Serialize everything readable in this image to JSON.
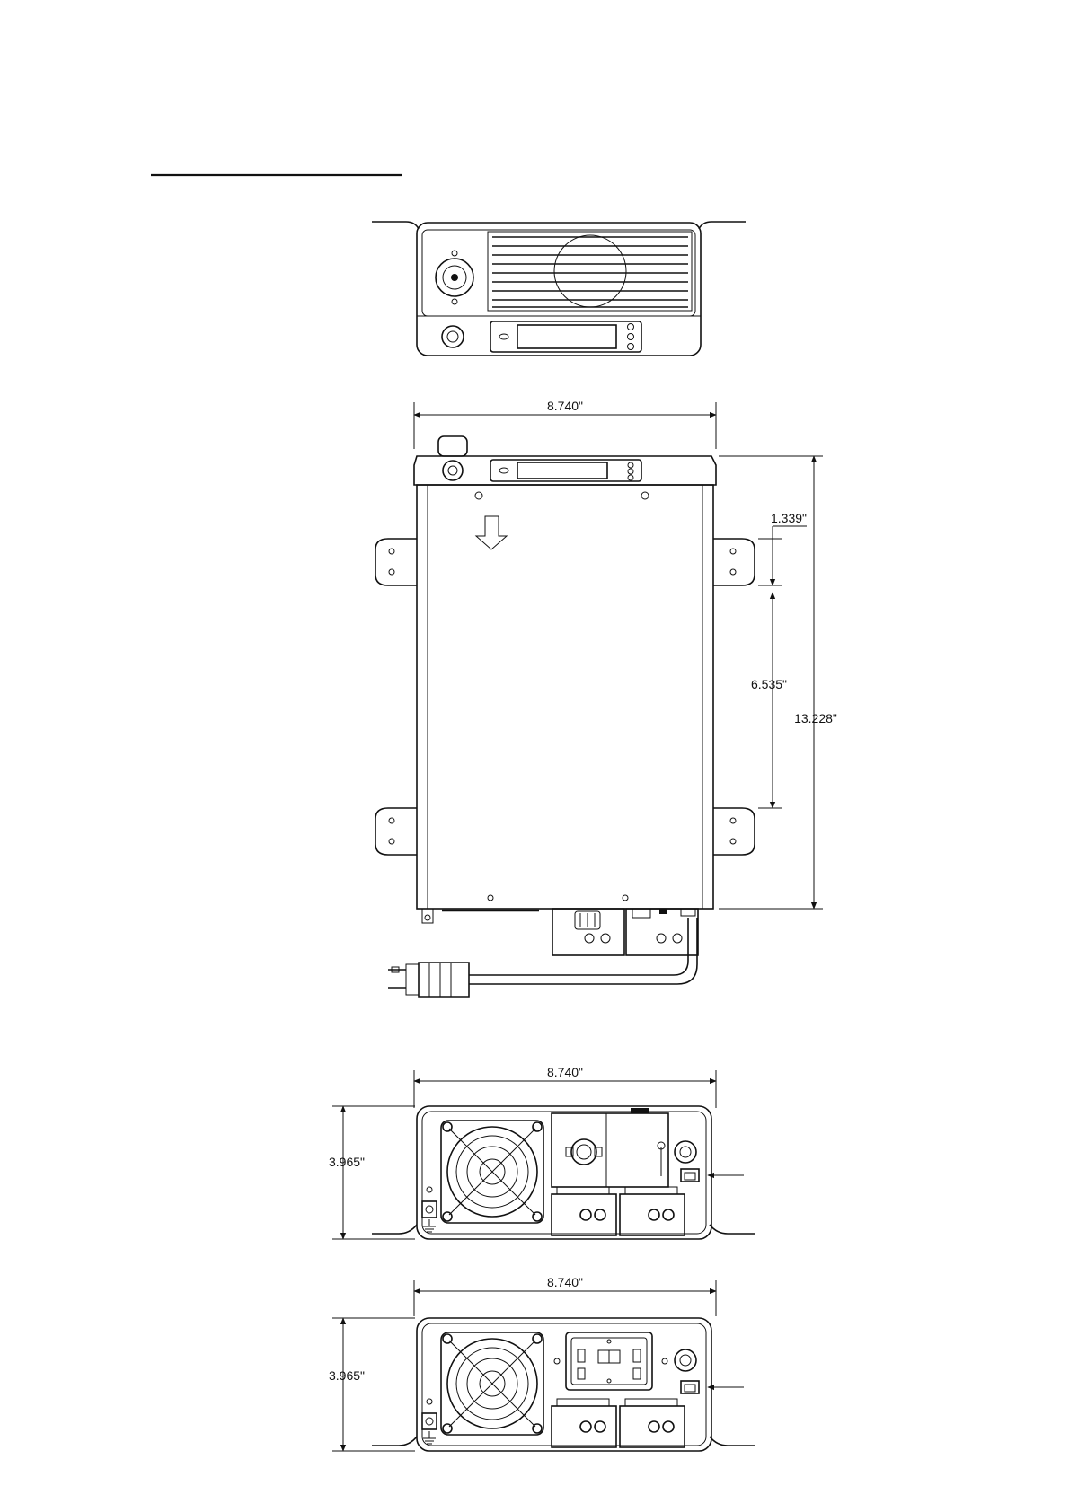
{
  "dimensions": {
    "width_plan": "8.740\"",
    "width_rear_a": "8.740\"",
    "width_rear_b": "8.740\"",
    "length_overall": "13.228\"",
    "mount_spacing": "6.535\"",
    "mount_offset": "1.339\"",
    "height_rear_a": "3.965\"",
    "height_rear_b": "3.965\""
  }
}
